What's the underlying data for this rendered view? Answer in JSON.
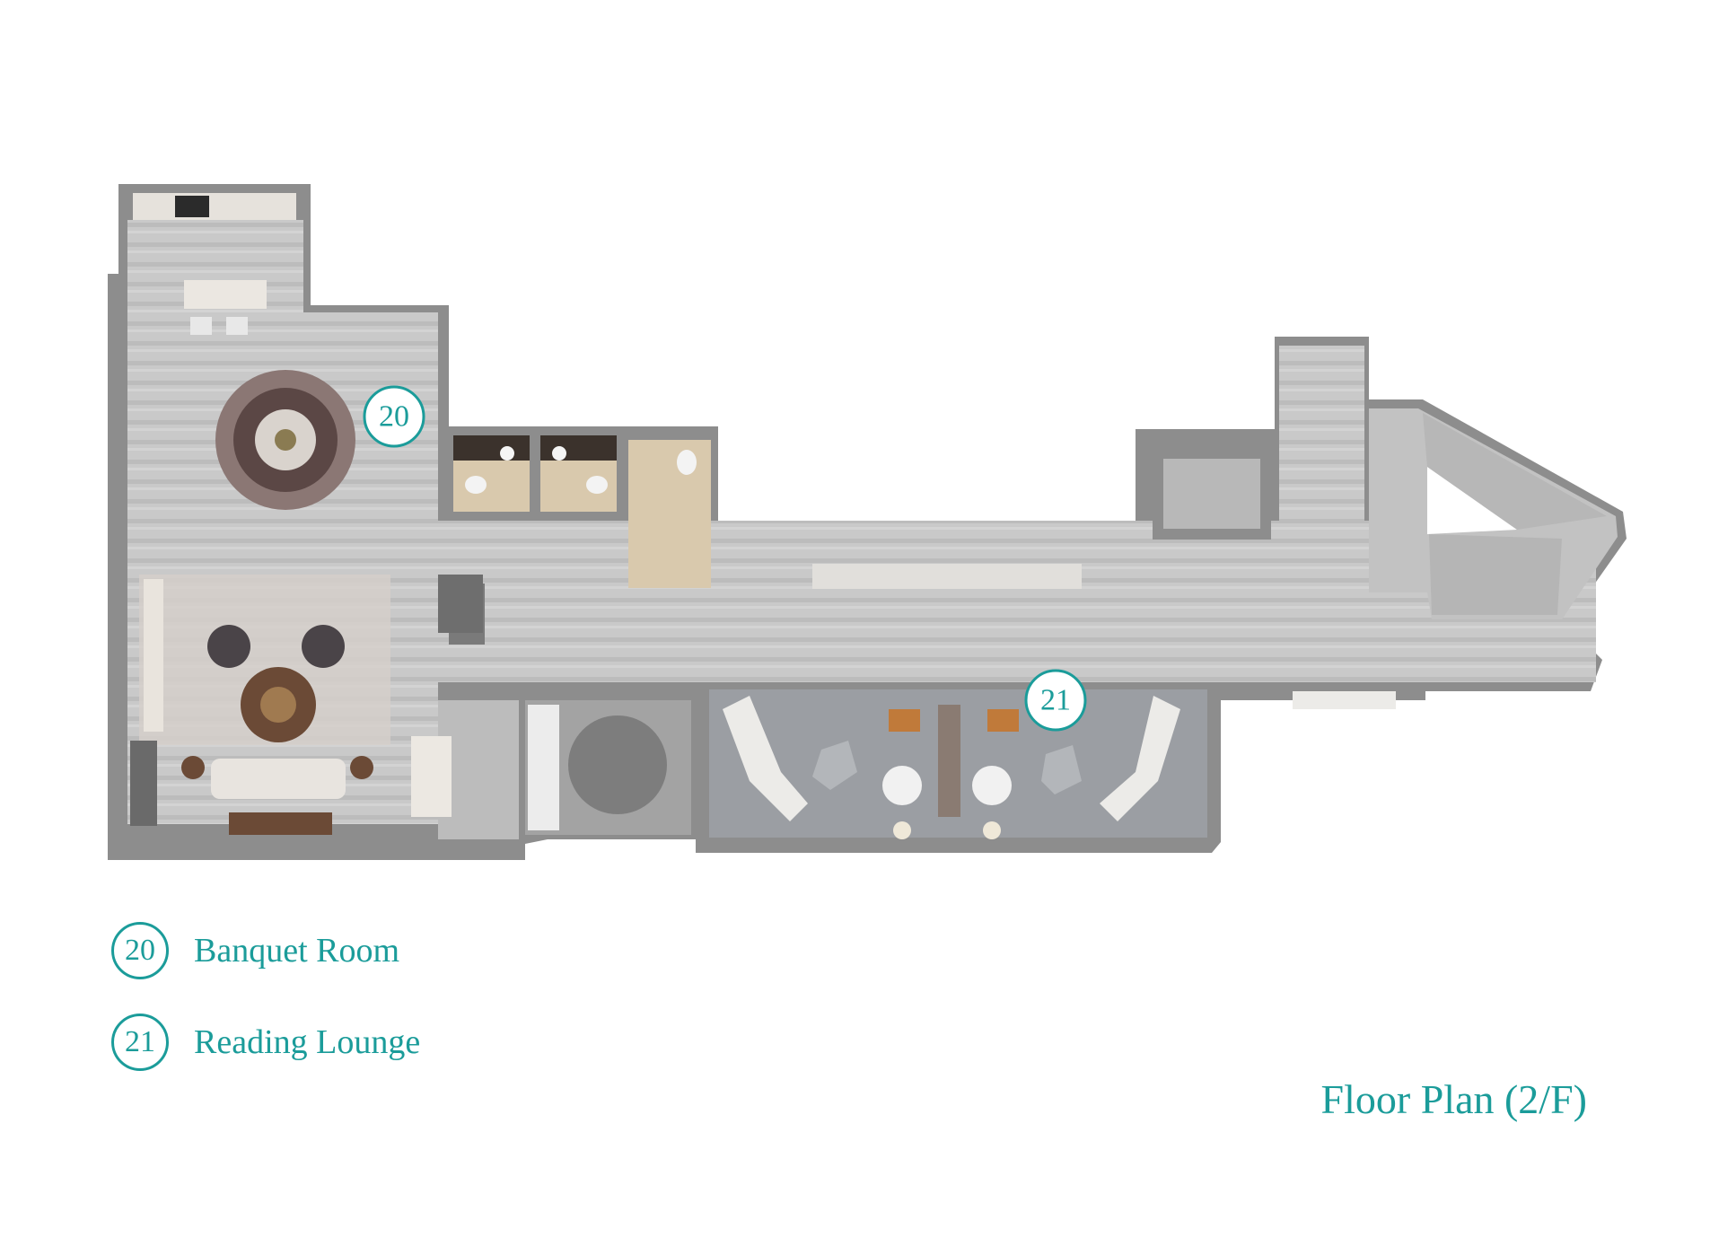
{
  "markers": [
    {
      "number": "20",
      "label": "Banquet Room"
    },
    {
      "number": "21",
      "label": "Reading Lounge"
    }
  ],
  "title": "Floor Plan (2/F)",
  "colors": {
    "accent": "#1b9c9a",
    "wall": "#8a8a8a",
    "floor": "#c4c4c4",
    "rug": "#d6cfcb",
    "lounge_rug": "#9b9ea3",
    "bath_floor": "#d9c9ad",
    "wood": "#6b4a36"
  }
}
